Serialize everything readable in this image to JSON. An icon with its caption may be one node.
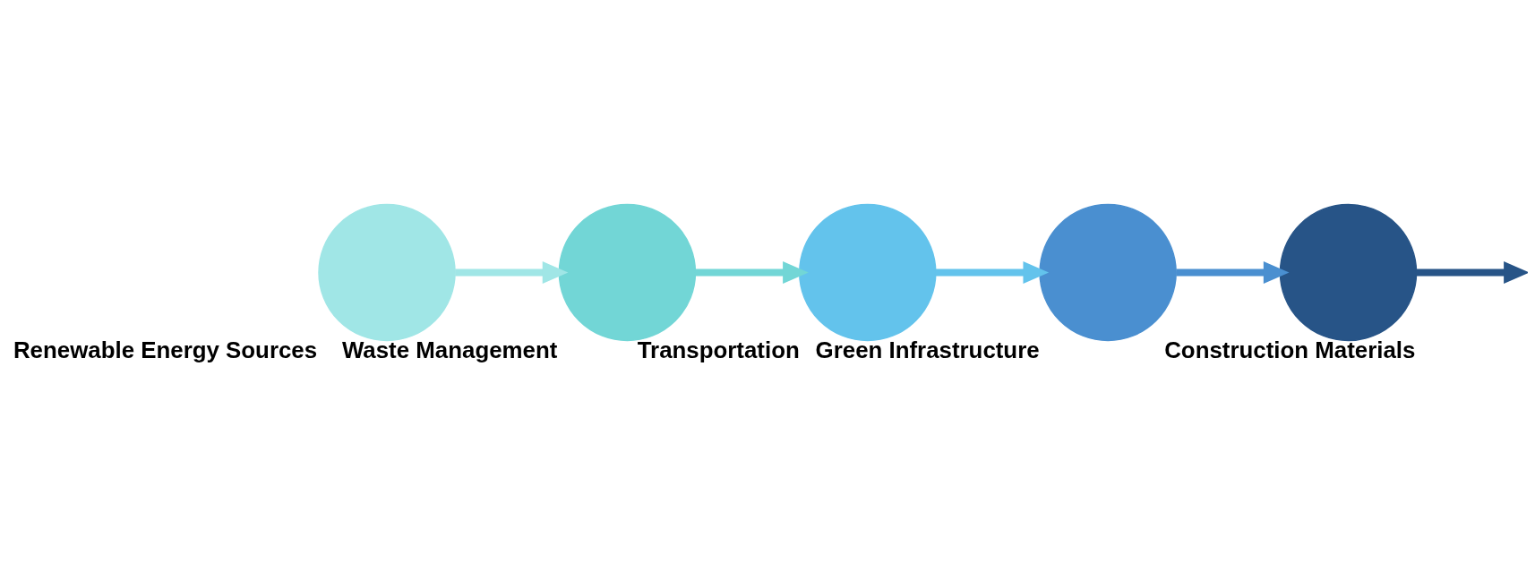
{
  "diagram": {
    "nodes": [
      {
        "text": [],
        "shape": "circle",
        "beside": [
          "Renewable Energy Sources"
        ]
      },
      {
        "text": [],
        "shape": "circle",
        "beside": [
          "Waste Management"
        ]
      },
      {
        "text": [],
        "shape": "circle",
        "beside": [
          "Transportation"
        ]
      },
      {
        "text": [],
        "shape": "circle",
        "beside": [
          "Green Infrastructure"
        ]
      },
      {
        "text": [],
        "shape": "circle",
        "beside": [
          "Construction Materials"
        ]
      }
    ],
    "edges": [
      {
        "from": 0,
        "to": 1,
        "arrow": "to",
        "color": "#a0e6e6"
      },
      {
        "from": 1,
        "to": 2,
        "arrow": "to",
        "color": "#72d6d6"
      },
      {
        "from": 2,
        "to": 3,
        "arrow": "to",
        "color": "#63c3ec"
      },
      {
        "from": 3,
        "to": 4,
        "arrow": "to",
        "color": "#4a8fd0"
      },
      {
        "from": 4,
        "to": null,
        "arrow": "to",
        "color": "#275487"
      }
    ]
  }
}
